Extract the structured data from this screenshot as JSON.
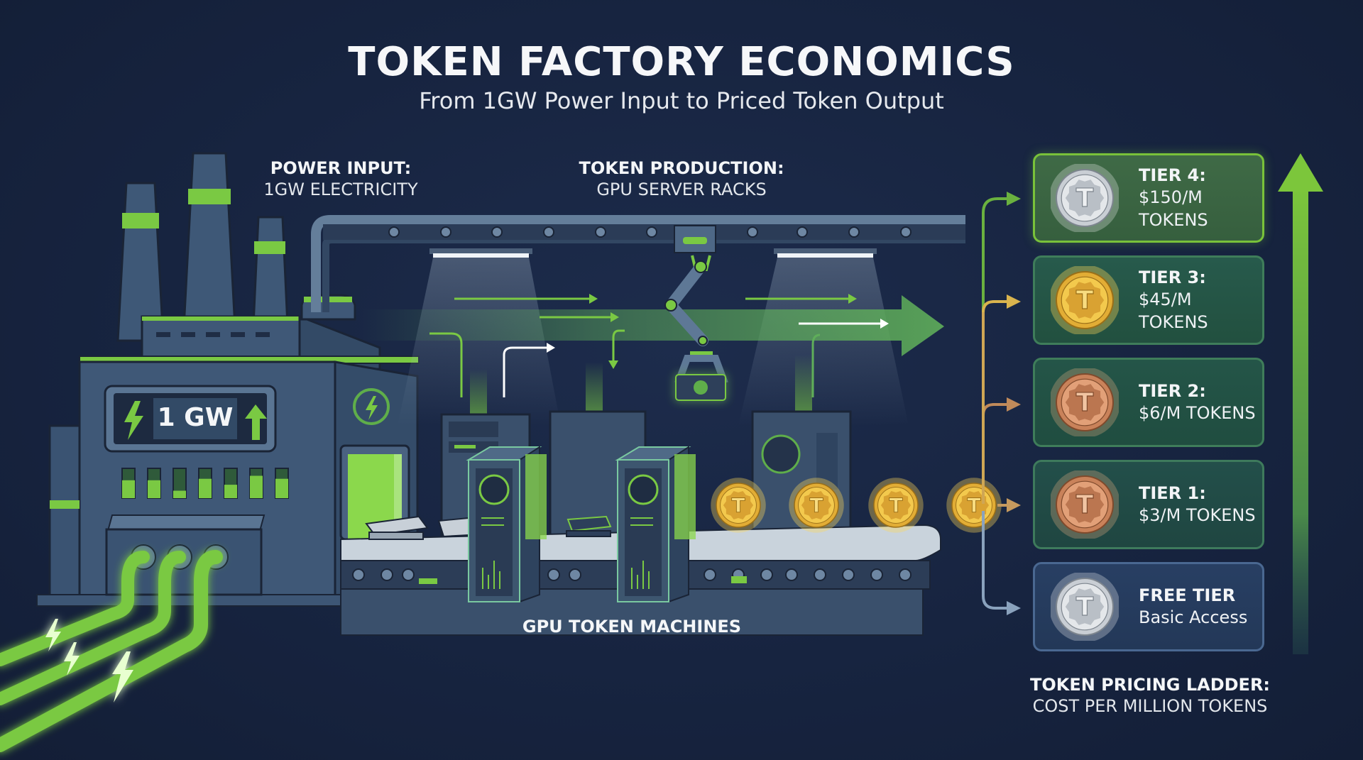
{
  "header": {
    "title": "TOKEN FACTORY ECONOMICS",
    "subtitle": "From 1GW Power Input to Priced Token Output"
  },
  "sections": {
    "power_input": {
      "heading": "POWER INPUT:",
      "detail": "1GW ELECTRICITY"
    },
    "token_production": {
      "heading": "TOKEN PRODUCTION:",
      "detail": "GPU SERVER RACKS"
    },
    "gpu_machines": {
      "heading": "GPU TOKEN MACHINES"
    },
    "pricing_ladder": {
      "heading": "TOKEN PRICING LADDER:",
      "detail": "COST PER MILLION TOKENS"
    }
  },
  "power_display": {
    "readout": "1 GW",
    "left_icon": "lightning-bolt-icon",
    "right_icon": "arrow-up-icon",
    "meter_levels": [
      0.6,
      0.6,
      0.25,
      0.65,
      0.45,
      0.75,
      0.65
    ]
  },
  "tiers": [
    {
      "name": "TIER 4:",
      "price": "$150/M TOKENS",
      "coin": "silver",
      "highlighted": true
    },
    {
      "name": "TIER 3:",
      "price": "$45/M TOKENS",
      "coin": "gold",
      "highlighted": false
    },
    {
      "name": "TIER 2:",
      "price": "$6/M TOKENS",
      "coin": "bronze",
      "highlighted": false
    },
    {
      "name": "TIER 1:",
      "price": "$3/M TOKENS",
      "coin": "bronze",
      "highlighted": false
    },
    {
      "name": "FREE TIER",
      "price": "Basic Access",
      "coin": "silver",
      "highlighted": false
    }
  ],
  "coin_glyph": "T",
  "colors": {
    "background": "#172440",
    "accent_green": "#7ac943",
    "machine_blue": "#3f5a78",
    "gold": "#f0c040",
    "bronze": "#c9865a",
    "silver": "#d4d8dc"
  }
}
